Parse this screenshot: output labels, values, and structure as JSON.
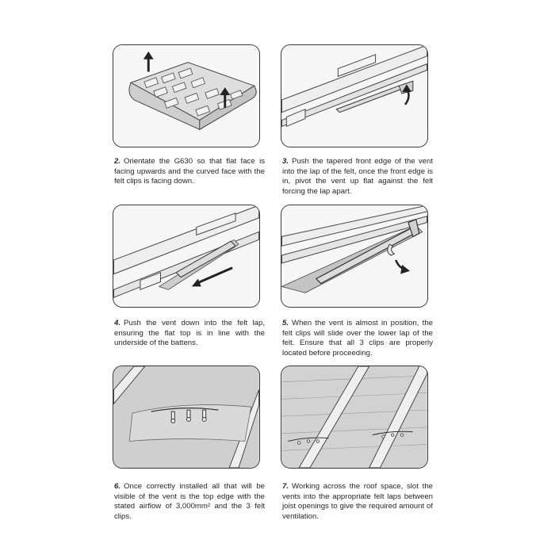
{
  "steps": [
    {
      "number": "2.",
      "text": "Orientate the G630 so that flat face is facing upwards and the curved face with the felt clips is facing down."
    },
    {
      "number": "3.",
      "text": "Push the tapered front edge of the vent into the lap of the felt, once the front edge is in, pivot the vent up flat against the felt forcing the lap apart."
    },
    {
      "number": "4.",
      "text": "Push the vent down into the felt lap, ensuring the flat top is in line with the underside of the battens."
    },
    {
      "number": "5.",
      "text": "When the vent is almost in position, the felt clips will slide over the lower lap of the felt. Ensure that all 3 clips are properly located before proceeding."
    },
    {
      "number": "6.",
      "text": "Once correctly installed all that will be visible of the vent is the top edge with the stated airflow of 3,000mm² and the 3 felt clips."
    },
    {
      "number": "7.",
      "text": "Working across the roof space, slot the vents into the appropriate felt laps between joist openings to give the required amount of ventilation."
    }
  ],
  "colors": {
    "panel_border": "#3a3a3a",
    "panel_bg": "#f4f4f4",
    "felt": "#c9c9c9",
    "joist": "#ececec",
    "text": "#262626"
  }
}
